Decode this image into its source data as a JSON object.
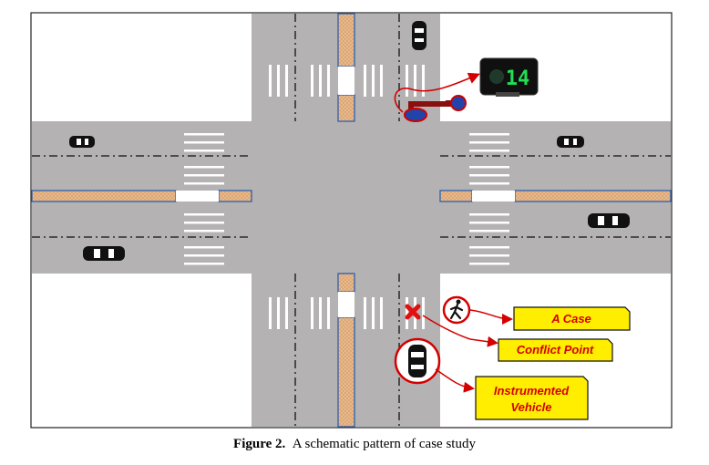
{
  "signal": {
    "countdown": "14"
  },
  "labels": {
    "a_case": "A Case",
    "conflict_point": "Conflict Point",
    "instrumented_vehicle_line1": "Instrumented",
    "instrumented_vehicle_line2": "Vehicle"
  },
  "caption": {
    "label": "Figure 2.",
    "text": "A schematic pattern of case study"
  },
  "colors": {
    "road": "#b4b2b2",
    "median": "#e7b88c",
    "callout_fill": "#ffee00",
    "accent_red": "#d40000",
    "signal_green": "#22dd55"
  }
}
